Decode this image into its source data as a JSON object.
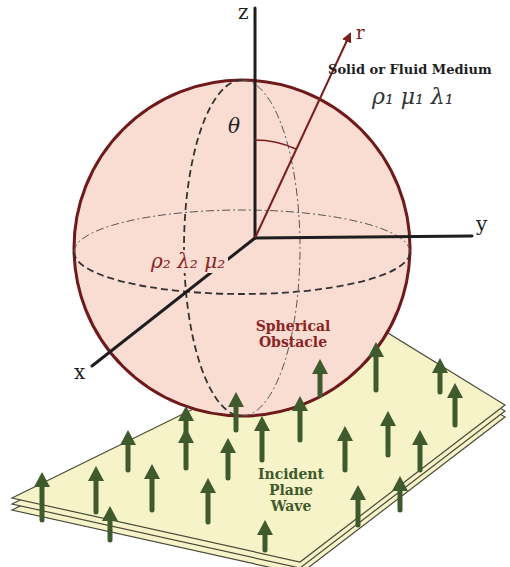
{
  "diagram": {
    "nodes": [
      {
        "text": [
          "ρ₂ λ₂ μ₂",
          "Spherical Obstacle"
        ]
      },
      {
        "text": [
          "Incident Plane Wave"
        ]
      }
    ],
    "labels": [
      "z",
      "y",
      "x",
      "r",
      "θ",
      "Solid or Fluid Medium",
      "ρ₁ μ₁ λ₁"
    ]
  }
}
